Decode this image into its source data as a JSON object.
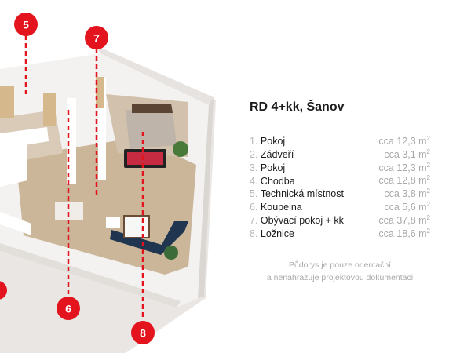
{
  "title": "RD 4+kk, Šanov",
  "rooms": [
    {
      "num": "1.",
      "name": "Pokoj",
      "area": "cca 12,3 m",
      "unit_sup": "2"
    },
    {
      "num": "2.",
      "name": "Zádveří",
      "area": "cca 3,1 m",
      "unit_sup": "2"
    },
    {
      "num": "3.",
      "name": "Pokoj",
      "area": "cca 12,3 m",
      "unit_sup": "2"
    },
    {
      "num": "4.",
      "name": "Chodba",
      "area": "cca 12,8 m",
      "unit_sup": "2"
    },
    {
      "num": "5.",
      "name": "Technická místnost",
      "area": "cca 3,8 m",
      "unit_sup": "2"
    },
    {
      "num": "6.",
      "name": "Koupelna",
      "area": "cca 5,6 m",
      "unit_sup": "2"
    },
    {
      "num": "7.",
      "name": "Obývací pokoj + kk",
      "area": "cca 37,8 m",
      "unit_sup": "2"
    },
    {
      "num": "8.",
      "name": "Ložnice",
      "area": "cca 18,6 m",
      "unit_sup": "2"
    }
  ],
  "note_lines": [
    "Půdorys je pouze orientační",
    "a nenahrazuje projektovou dokumentaci"
  ],
  "markers": [
    {
      "label": "5"
    },
    {
      "label": "7"
    },
    {
      "label": "6"
    },
    {
      "label": "8"
    }
  ],
  "colors": {
    "marker": "#e3141e",
    "wall": "#f3f1ef",
    "floor": "#c9b497",
    "sofa": "#1f3550",
    "plant": "#4a7a3a"
  }
}
